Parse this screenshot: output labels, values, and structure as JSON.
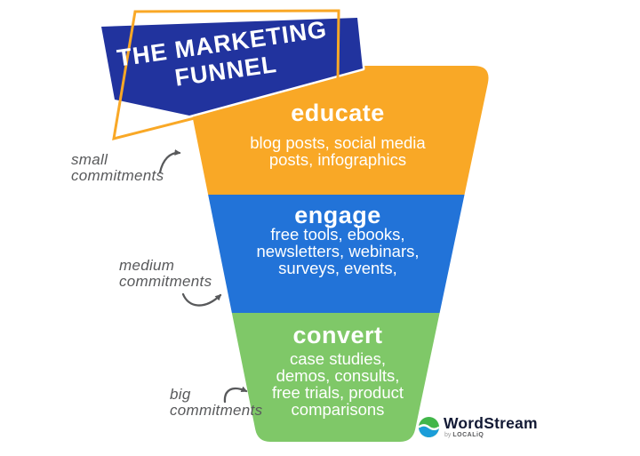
{
  "banner": {
    "title": "THE MARKETING FUNNEL",
    "bg_color": "#21339E",
    "outline_color": "#F9A826"
  },
  "funnel": {
    "text_color": "#FFFFFF",
    "stages": [
      {
        "name": "educate",
        "items": "blog posts, social media posts, infographics",
        "color": "#F9A826",
        "commitment": "small commitments"
      },
      {
        "name": "engage",
        "items": "free tools, ebooks, newsletters, webinars, surveys, events,",
        "color": "#2273D8",
        "commitment": "medium commitments"
      },
      {
        "name": "convert",
        "items": "case studies, demos, consults, free trials, product comparisons",
        "color": "#7FC868",
        "commitment": "big commitments"
      }
    ]
  },
  "annotations": {
    "color": "#58595B"
  },
  "logo": {
    "brand": "WordStream",
    "byline_prefix": "by",
    "byline_name": "LOCALiQ",
    "icon_top_color": "#41B649",
    "icon_bottom_color": "#1B9DD9",
    "text_color": "#131A35"
  }
}
